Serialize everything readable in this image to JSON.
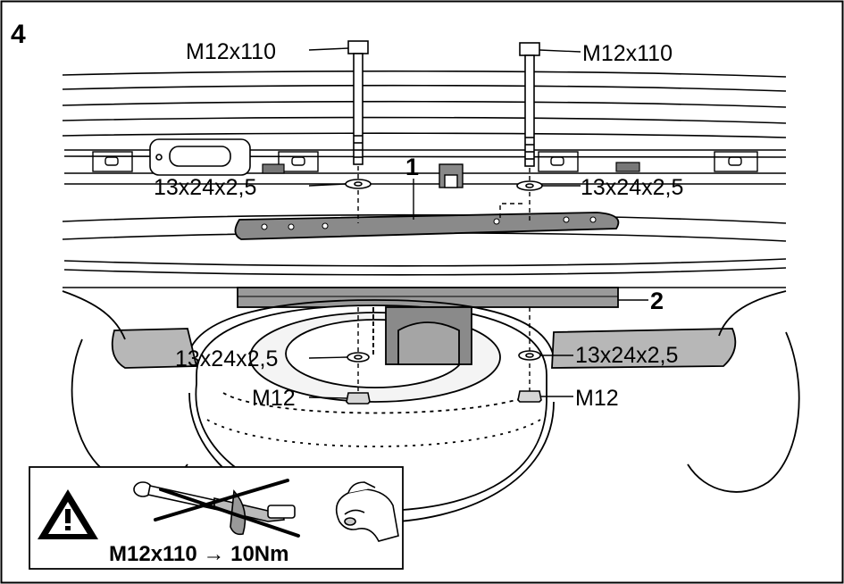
{
  "step_number": "4",
  "callouts": {
    "bolt_left": "M12x110",
    "bolt_right": "M12x110",
    "washer_upper_left": "13x24x2,5",
    "washer_upper_right": "13x24x2,5",
    "washer_lower_left": "13x24x2,5",
    "washer_lower_right": "13x24x2,5",
    "nut_left": "M12",
    "nut_right": "M12"
  },
  "part_numbers": {
    "part_1": "1",
    "part_2": "2"
  },
  "warning": {
    "torque_text": "M12x110 → 10Nm"
  },
  "icons": [
    "warning-triangle-icon",
    "torque-wrench-icon",
    "hand-tighten-icon"
  ]
}
